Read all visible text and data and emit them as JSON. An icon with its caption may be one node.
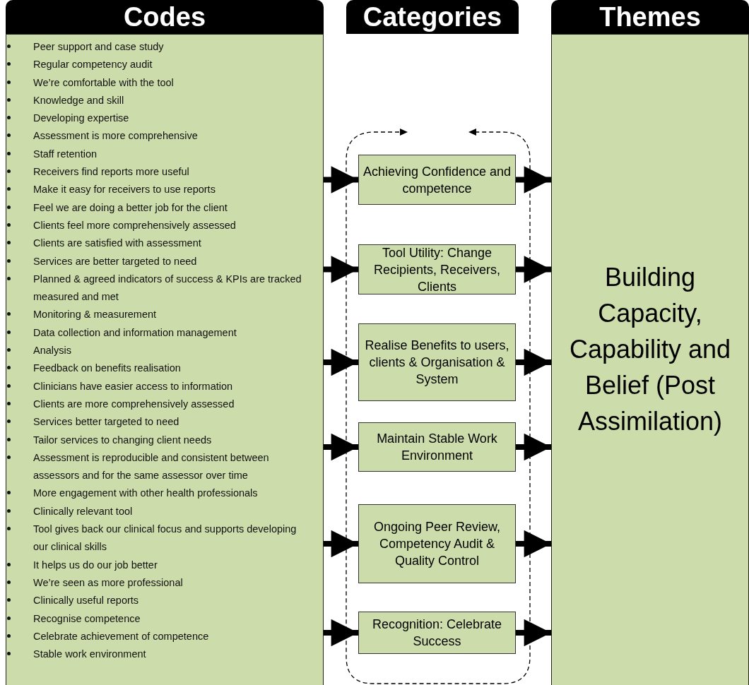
{
  "diagram": {
    "nodes": [
      {
        "text": [
          "Codes"
        ]
      },
      {
        "text": [
          "Peer support and case study",
          "Regular competency audit",
          "We’re comfortable with the tool",
          "Knowledge and skill",
          "Developing expertise",
          "Assessment is more comprehensive",
          "Staff retention",
          "Receivers find reports more useful",
          "Make it easy for receivers to use reports",
          "Feel we are doing a better job for the client",
          "Clients feel more comprehensively assessed",
          "Clients are satisfied with assessment",
          "Services are better targeted to need",
          "Planned & agreed indicators of success & KPIs are tracked measured and met",
          "Monitoring & measurement",
          "Data collection and information management",
          "Analysis",
          "Feedback on benefits realisation",
          "Clinicians have easier access to information",
          "Clients are more comprehensively assessed",
          "Services better targeted to need",
          "Tailor services to changing client needs",
          "Assessment is reproducible and consistent between assessors and for the same assessor over time",
          "More engagement with other health professionals",
          "Clinically relevant tool",
          "Tool gives back our clinical focus and supports developing our clinical skills",
          "It helps us do our job better",
          "We’re seen as more professional",
          "Clinically useful reports",
          "Recognise competence",
          "Celebrate achievement of competence",
          "Stable work environment"
        ]
      },
      {
        "text": [
          "Categories"
        ]
      },
      {
        "text": [
          "Achieving Confidence and competence"
        ]
      },
      {
        "text": [
          "Tool Utility: Change Recipients, Receivers, Clients"
        ]
      },
      {
        "text": [
          "Realise Benefits to users, clients & Organisation & System"
        ]
      },
      {
        "text": [
          "Maintain Stable Work Environment"
        ]
      },
      {
        "text": [
          "Ongoing Peer Review, Competency Audit & Quality Control"
        ]
      },
      {
        "text": [
          "Recognition: Celebrate Success"
        ]
      },
      {
        "text": [
          "Themes"
        ]
      },
      {
        "text": [
          "Building Capacity, Capability and Belief (Post Assimilation)"
        ]
      }
    ],
    "edges": [
      {
        "from": 1,
        "to": 3,
        "arrow": "to"
      },
      {
        "from": 1,
        "to": 4,
        "arrow": "to"
      },
      {
        "from": 1,
        "to": 5,
        "arrow": "to"
      },
      {
        "from": 1,
        "to": 6,
        "arrow": "to"
      },
      {
        "from": 1,
        "to": 7,
        "arrow": "to"
      },
      {
        "from": 1,
        "to": 8,
        "arrow": "to"
      },
      {
        "from": 3,
        "to": 10,
        "arrow": "to"
      },
      {
        "from": 4,
        "to": 10,
        "arrow": "to"
      },
      {
        "from": 5,
        "to": 10,
        "arrow": "to"
      },
      {
        "from": 6,
        "to": 10,
        "arrow": "to"
      },
      {
        "from": 7,
        "to": 10,
        "arrow": "to"
      },
      {
        "from": 8,
        "to": 10,
        "arrow": "to"
      }
    ]
  }
}
